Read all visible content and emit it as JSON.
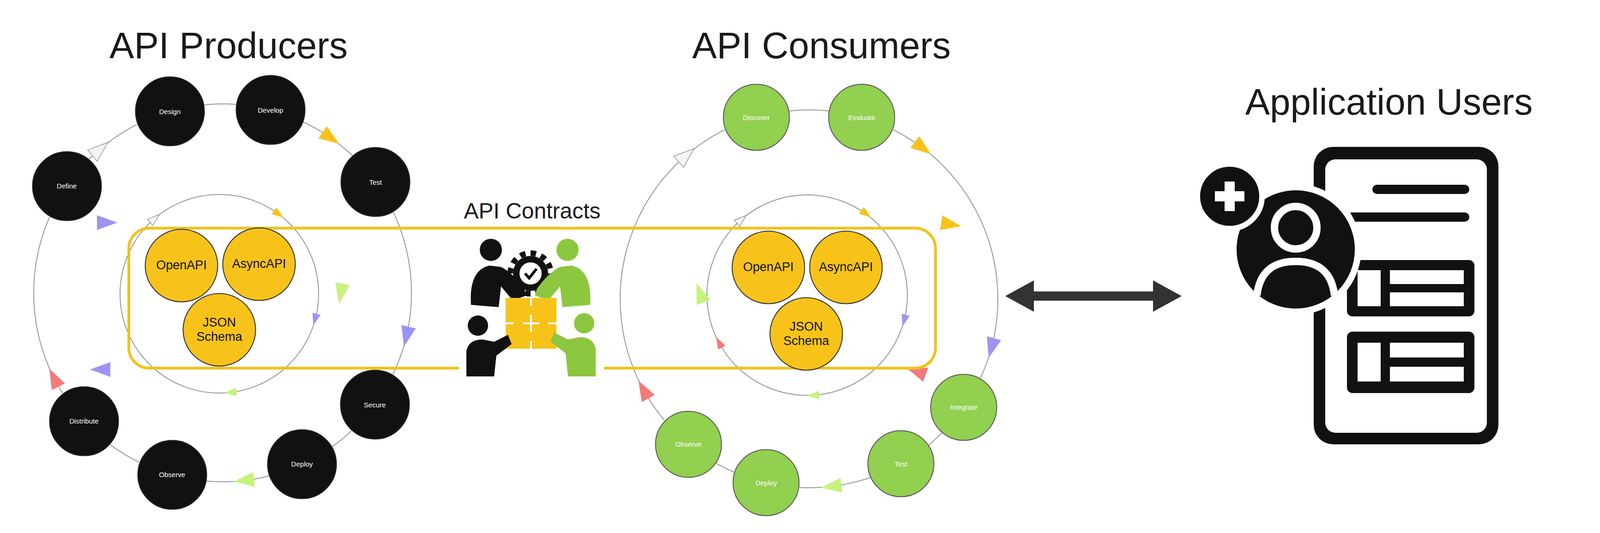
{
  "diagram": {
    "nodes": [
      {
        "text": [
          "Define"
        ]
      },
      {
        "text": [
          "Design"
        ]
      },
      {
        "text": [
          "Develop"
        ]
      },
      {
        "text": [
          "Test"
        ]
      },
      {
        "text": [
          "Secure"
        ]
      },
      {
        "text": [
          "Deploy"
        ]
      },
      {
        "text": [
          "Observe"
        ]
      },
      {
        "text": [
          "Distribute"
        ]
      },
      {
        "text": [
          "API Contracts"
        ]
      },
      {
        "text": [
          "OpenAPI"
        ],
        "in": 8
      },
      {
        "text": [
          "AsyncAPI"
        ],
        "in": 8
      },
      {
        "text": [
          "JSON Schema"
        ],
        "in": 8
      },
      {
        "text": [
          "OpenAPI"
        ],
        "in": 8
      },
      {
        "text": [
          "AsyncAPI"
        ],
        "in": 8
      },
      {
        "text": [
          "JSON Schema"
        ],
        "in": 8
      },
      {
        "text": [
          "Discover"
        ]
      },
      {
        "text": [
          "Evaluate"
        ]
      },
      {
        "text": [
          "Integrate"
        ]
      },
      {
        "text": [
          "Test"
        ]
      },
      {
        "text": [
          "Deploy"
        ]
      },
      {
        "text": [
          "Observe"
        ]
      }
    ],
    "edges": [
      {
        "from": 0,
        "to": 1,
        "arrow": "to"
      },
      {
        "from": 1,
        "to": 2,
        "arrow": "none"
      },
      {
        "from": 2,
        "to": 3,
        "arrow": "to"
      },
      {
        "from": 3,
        "to": 4,
        "arrow": "to"
      },
      {
        "from": 4,
        "to": 5,
        "arrow": "none"
      },
      {
        "from": 5,
        "to": 6,
        "arrow": "to"
      },
      {
        "from": 6,
        "to": 7,
        "arrow": "none"
      },
      {
        "from": 7,
        "to": 0,
        "arrow": "to"
      },
      {
        "from": 15,
        "to": 16,
        "arrow": "none"
      },
      {
        "from": 16,
        "to": 17,
        "arrow": "to"
      },
      {
        "from": 17,
        "to": 18,
        "arrow": "none"
      },
      {
        "from": 18,
        "to": 19,
        "arrow": "to"
      },
      {
        "from": 19,
        "to": 20,
        "arrow": "none"
      },
      {
        "from": 20,
        "to": 15,
        "arrow": "to"
      }
    ],
    "labels": [
      "API Producers",
      "API Consumers",
      "Application Users"
    ]
  }
}
